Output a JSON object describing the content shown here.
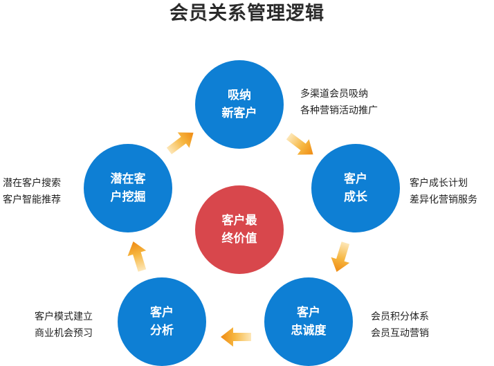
{
  "title": "会员关系管理逻辑",
  "colors": {
    "node_blue": "#0e7fd4",
    "node_red": "#d8474c",
    "arrow_orange": "#f29b1c"
  },
  "center": {
    "line1": "客户最",
    "line2": "终价值"
  },
  "nodes": {
    "acquire": {
      "line1": "吸纳",
      "line2": "新客户"
    },
    "grow": {
      "line1": "客户",
      "line2": "成长"
    },
    "loyalty": {
      "line1": "客户",
      "line2": "忠诚度"
    },
    "analyze": {
      "line1": "客户",
      "line2": "分析"
    },
    "mine": {
      "line1": "潜在客",
      "line2": "户挖掘"
    }
  },
  "descriptions": {
    "acquire": {
      "line1": "多渠道会员吸纳",
      "line2": "各种营销活动推广"
    },
    "grow": {
      "line1": "客户成长计划",
      "line2": "差异化营销服务"
    },
    "loyalty": {
      "line1": "会员积分体系",
      "line2": "会员互动营销"
    },
    "analyze": {
      "line1": "客户模式建立",
      "line2": "商业机会预习"
    },
    "mine": {
      "line1": "潜在客户搜索",
      "line2": "客户智能推荐"
    }
  },
  "arrow_icon": "orange-arrow"
}
